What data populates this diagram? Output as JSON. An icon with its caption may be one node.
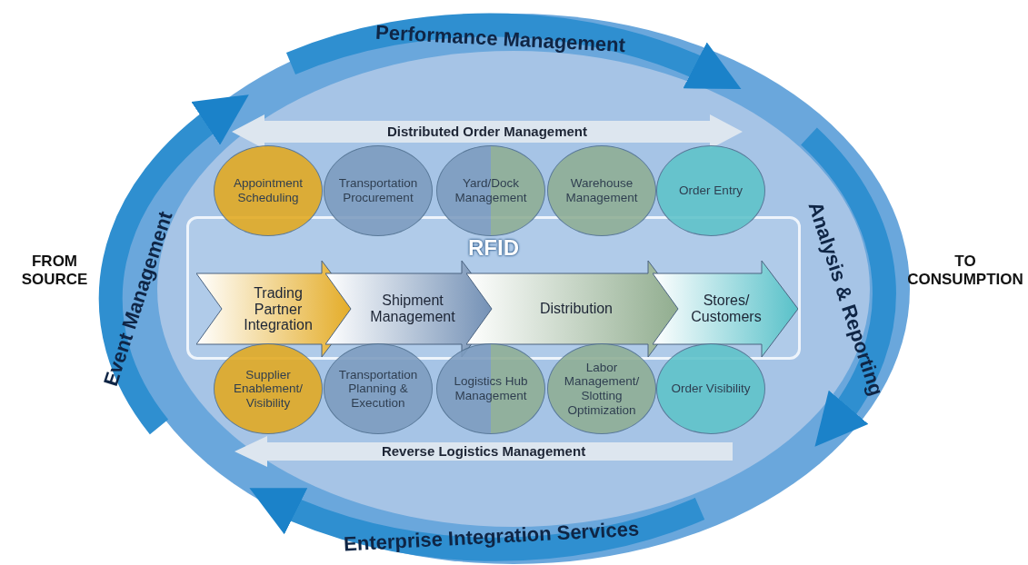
{
  "diagram": {
    "nodes": [
      {
        "text": [
          "Performance Management"
        ]
      },
      {
        "text": [
          "Event Management"
        ]
      },
      {
        "text": [
          "Analysis & Reporting"
        ]
      },
      {
        "text": [
          "Distributed Order Management"
        ]
      },
      {
        "text": [
          "Appointment Scheduling"
        ]
      },
      {
        "text": [
          "Transportation Procurement"
        ]
      },
      {
        "text": [
          "Yard/Dock Management"
        ]
      },
      {
        "text": [
          "Warehouse Management"
        ]
      },
      {
        "text": [
          "Order Entry"
        ]
      },
      {
        "text": [
          "RFID"
        ]
      },
      {
        "text": [
          "Trading Partner Integration"
        ],
        "in": 9
      },
      {
        "text": [
          "Shipment Management"
        ],
        "in": 9
      },
      {
        "text": [
          "Distribution"
        ],
        "in": 9
      },
      {
        "text": [
          "Stores/ Customers"
        ],
        "in": 9
      },
      {
        "text": [
          "Supplier Enablement/ Visibility"
        ]
      },
      {
        "text": [
          "Transportation Planning & Execution"
        ]
      },
      {
        "text": [
          "Logistics Hub Management"
        ]
      },
      {
        "text": [
          "Labor Management/ Slotting Optimization"
        ]
      },
      {
        "text": [
          "Order Visibility"
        ]
      },
      {
        "text": [
          "Reverse Logistics Management"
        ]
      },
      {
        "text": [
          "Enterprise Integration Services"
        ]
      }
    ],
    "labels": [
      "FROM SOURCE",
      "TO CONSUMPTION"
    ]
  }
}
